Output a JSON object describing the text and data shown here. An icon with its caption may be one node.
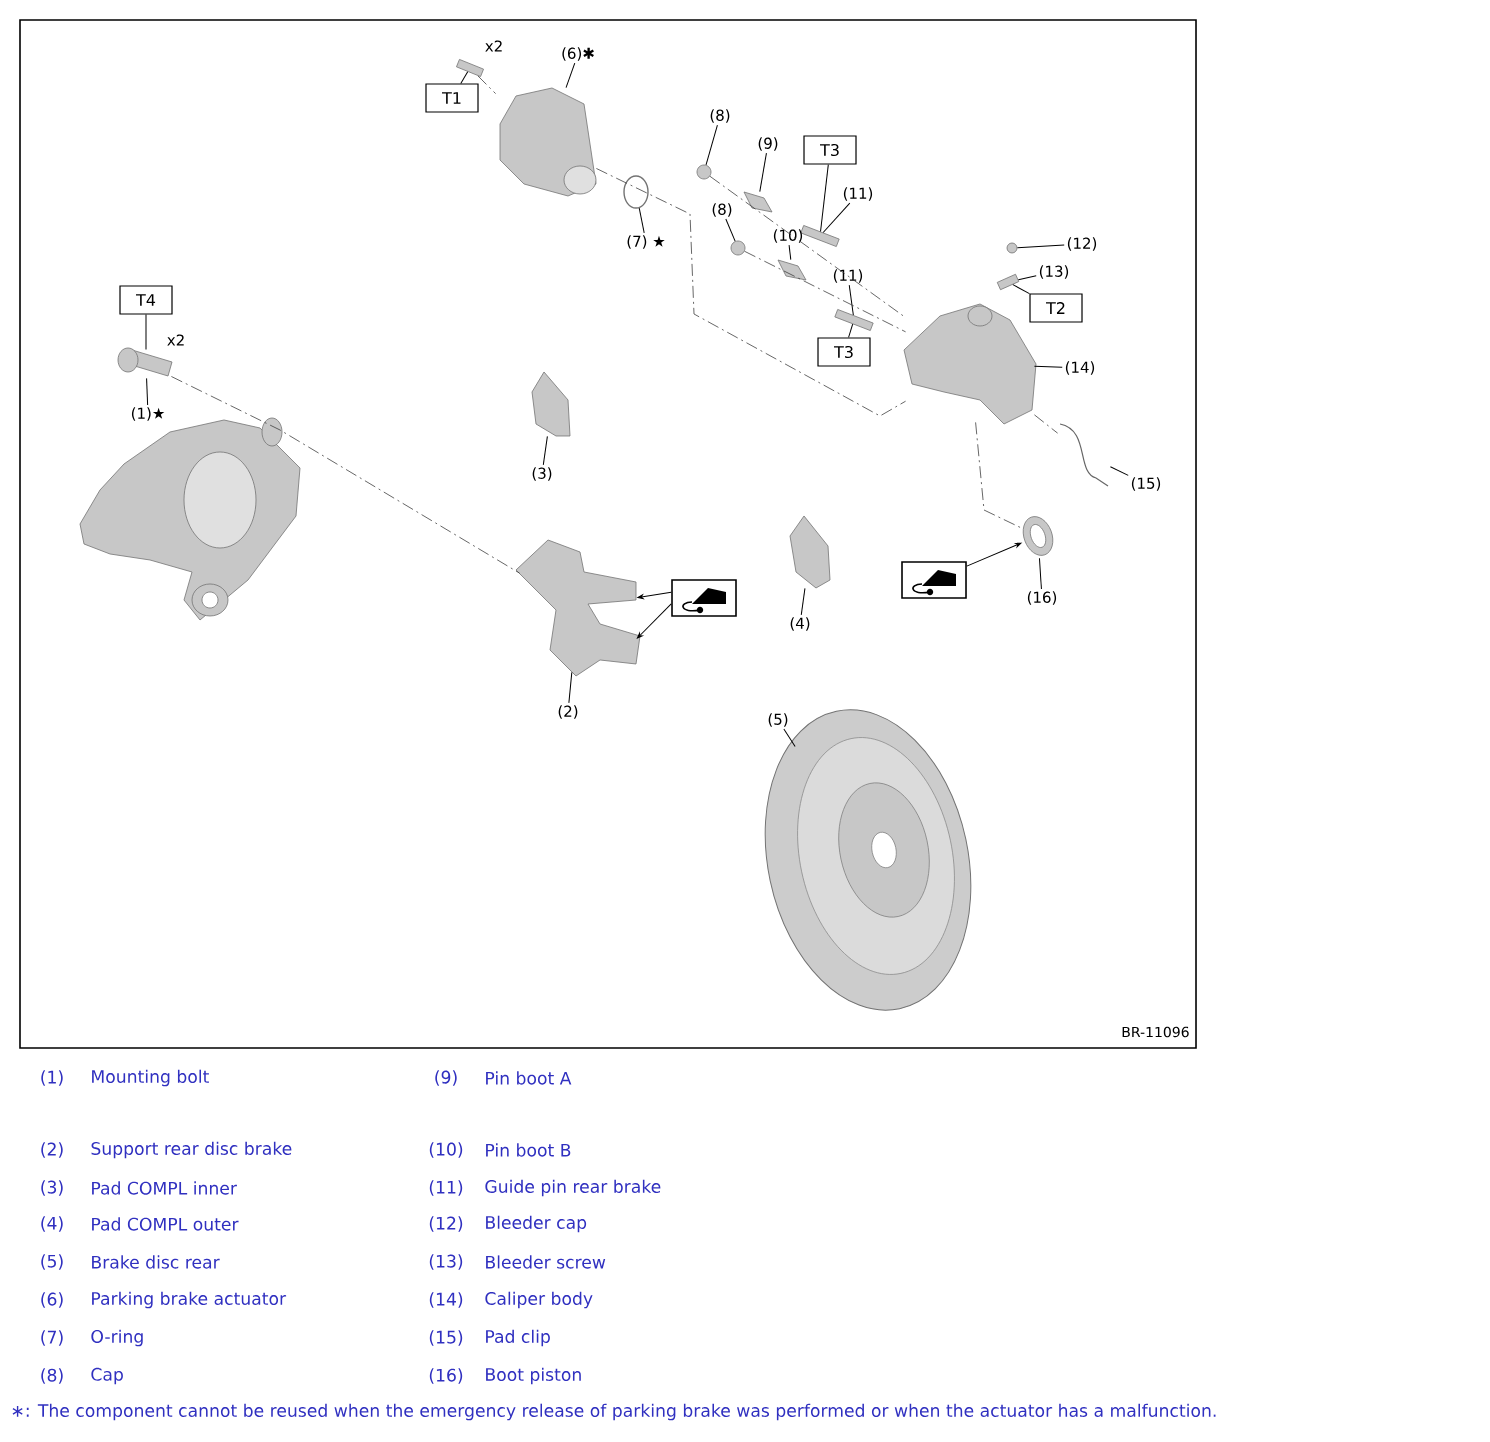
{
  "diagram": {
    "nodes": [
      {
        "text": [
          "T1"
        ]
      },
      {
        "text": [
          "(6)✱"
        ]
      },
      {
        "text": [
          "(7) ★"
        ]
      },
      {
        "text": [
          "(8)"
        ]
      },
      {
        "text": [
          "(9)"
        ]
      },
      {
        "text": [
          "T3"
        ]
      },
      {
        "text": [
          "(11)"
        ]
      },
      {
        "text": [
          "(8)"
        ]
      },
      {
        "text": [
          "(10)"
        ]
      },
      {
        "text": [
          "(11)"
        ]
      },
      {
        "text": [
          "T3"
        ]
      },
      {
        "text": [
          "(12)"
        ]
      },
      {
        "text": [
          "(13)"
        ]
      },
      {
        "text": [
          "T2"
        ]
      },
      {
        "text": [
          "(14)"
        ]
      },
      {
        "text": [
          "(15)"
        ]
      },
      {
        "text": [
          "T4"
        ]
      },
      {
        "text": [
          "(1)★"
        ]
      },
      {
        "text": [
          "(3)"
        ]
      },
      {
        "text": [
          "(2)"
        ]
      },
      {
        "text": [],
        "shape": "box"
      },
      {
        "text": [
          "(4)"
        ]
      },
      {
        "text": [],
        "shape": "box"
      },
      {
        "text": [
          "(16)"
        ]
      },
      {
        "text": [
          "(5)"
        ]
      },
      {
        "text": [],
        "shape": "bar"
      },
      {
        "text": [],
        "shape": "picture"
      },
      {
        "text": [],
        "shape": "circle"
      },
      {
        "text": [],
        "shape": "circle"
      },
      {
        "text": [],
        "shape": "picture"
      },
      {
        "text": [],
        "shape": "bar"
      },
      {
        "text": [],
        "shape": "circle"
      },
      {
        "text": [],
        "shape": "picture"
      },
      {
        "text": [],
        "shape": "bar"
      },
      {
        "text": [],
        "shape": "circle"
      },
      {
        "text": [],
        "shape": "bar"
      },
      {
        "text": [],
        "shape": "picture"
      },
      {
        "text": [],
        "shape": "picture"
      },
      {
        "text": [],
        "shape": "picture"
      },
      {
        "text": [],
        "shape": "picture"
      },
      {
        "text": [],
        "shape": "picture"
      },
      {
        "text": [],
        "shape": "picture"
      },
      {
        "text": [],
        "shape": "picture"
      },
      {
        "text": [],
        "shape": "picture"
      }
    ],
    "edges": [
      {
        "from": 0,
        "to": 25,
        "arrow": "none"
      },
      {
        "from": 1,
        "to": 26,
        "arrow": "none"
      },
      {
        "from": 2,
        "to": 27,
        "arrow": "none"
      },
      {
        "from": 3,
        "to": 28,
        "arrow": "none"
      },
      {
        "from": 4,
        "to": 29,
        "arrow": "none"
      },
      {
        "from": 5,
        "to": 30,
        "arrow": "none"
      },
      {
        "from": 6,
        "to": 30,
        "arrow": "none"
      },
      {
        "from": 7,
        "to": 31,
        "arrow": "none"
      },
      {
        "from": 8,
        "to": 32,
        "arrow": "none"
      },
      {
        "from": 9,
        "to": 33,
        "arrow": "none"
      },
      {
        "from": 10,
        "to": 33,
        "arrow": "none"
      },
      {
        "from": 11,
        "to": 34,
        "arrow": "none"
      },
      {
        "from": 12,
        "to": 35,
        "arrow": "none"
      },
      {
        "from": 13,
        "to": 35,
        "arrow": "none"
      },
      {
        "from": 14,
        "to": 36,
        "arrow": "none"
      },
      {
        "from": 15,
        "to": 37,
        "arrow": "none"
      },
      {
        "from": 16,
        "to": 38,
        "arrow": "none"
      },
      {
        "from": 17,
        "to": 38,
        "arrow": "none"
      },
      {
        "from": 18,
        "to": 39,
        "arrow": "none"
      },
      {
        "from": 19,
        "to": 40,
        "arrow": "none"
      },
      {
        "from": 20,
        "to": 40,
        "arrow": "to"
      },
      {
        "from": 20,
        "to": 40,
        "arrow": "to"
      },
      {
        "from": 21,
        "to": 41,
        "arrow": "none"
      },
      {
        "from": 22,
        "to": 42,
        "arrow": "to"
      },
      {
        "from": 23,
        "to": 42,
        "arrow": "none"
      },
      {
        "from": 24,
        "to": 43,
        "arrow": "none"
      },
      {
        "from": 38,
        "to": 40,
        "arrow": "none",
        "style": "dashed"
      },
      {
        "from": 25,
        "to": 26,
        "arrow": "none",
        "style": "dashed"
      },
      {
        "from": 26,
        "to": 36,
        "arrow": "none",
        "style": "dashed"
      },
      {
        "from": 28,
        "to": 36,
        "arrow": "none",
        "style": "dashed"
      },
      {
        "from": 31,
        "to": 36,
        "arrow": "none",
        "style": "dashed"
      },
      {
        "from": 36,
        "to": 42,
        "arrow": "none",
        "style": "dashed"
      },
      {
        "from": 36,
        "to": 37,
        "arrow": "none",
        "style": "dashed"
      }
    ],
    "labels": [
      "x2",
      "x2",
      "BR-11096",
      "(1)",
      "Mounting bolt",
      "(9)",
      "Pin boot A",
      "(2)",
      "Support rear disc brake",
      "(10)",
      "Pin boot B",
      "(3)",
      "Pad COMPL inner",
      "(11)",
      "Guide pin rear brake",
      "(4)",
      "Pad COMPL outer",
      "(12)",
      "Bleeder cap",
      "(5)",
      "Brake disc rear",
      "(13)",
      "Bleeder screw",
      "(6)",
      "Parking brake actuator",
      "(14)",
      "Caliper body",
      "(7)",
      "O-ring",
      "(15)",
      "Pad clip",
      "(8)",
      "Cap",
      "(16)",
      "Boot piston",
      "∗: The component cannot be reused when the emergency release of parking brake was performed or when the actuator has a malfunction."
    ]
  }
}
